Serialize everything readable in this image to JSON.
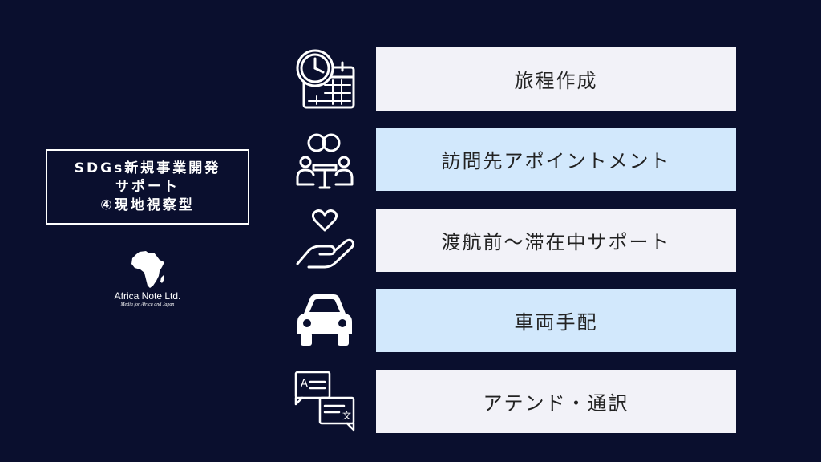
{
  "title_box": {
    "line1": "SDGs新規事業開発",
    "line2": "サポート",
    "line3": "④現地視察型"
  },
  "logo": {
    "name": "Africa Note Ltd.",
    "tagline": "Media for Africa and Japan"
  },
  "services": [
    {
      "label": "旅程作成",
      "icon": "calendar-clock-icon",
      "bg": "#f2f2f8"
    },
    {
      "label": "訪問先アポイントメント",
      "icon": "meeting-people-icon",
      "bg": "#d2e8fc"
    },
    {
      "label": "渡航前〜滞在中サポート",
      "icon": "hand-heart-icon",
      "bg": "#f2f2f8"
    },
    {
      "label": "車両手配",
      "icon": "car-icon",
      "bg": "#d2e8fc"
    },
    {
      "label": "アテンド・通訳",
      "icon": "translation-icon",
      "bg": "#f2f2f8"
    }
  ]
}
